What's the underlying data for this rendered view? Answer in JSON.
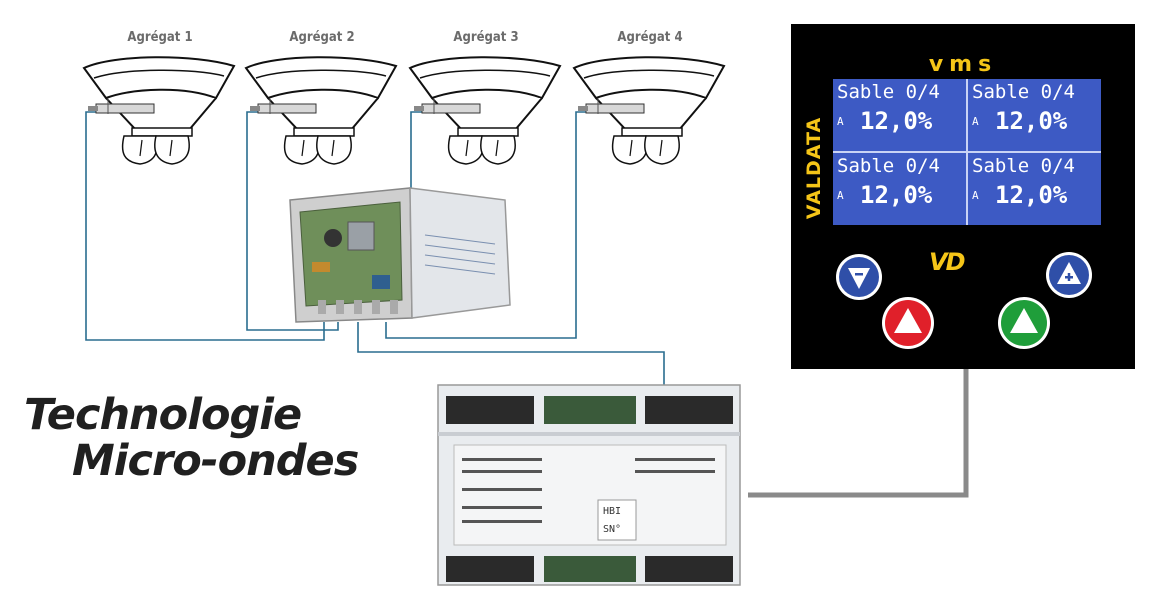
{
  "hoppers": [
    {
      "label": "Agrégat 1"
    },
    {
      "label": "Agrégat 2"
    },
    {
      "label": "Agrégat 3"
    },
    {
      "label": "Agrégat 4"
    }
  ],
  "tagline": {
    "line1": "Technologie",
    "line2": "Micro-ondes"
  },
  "vms_device": {
    "logo": "vms",
    "brand": "VALDATA",
    "vd_logo": "VD",
    "screen_color": "#3d5ac4",
    "accent_color": "#f5c518",
    "channels": [
      {
        "material": "Sable 0/4",
        "channel": "A",
        "value": "12,0%"
      },
      {
        "material": "Sable 0/4",
        "channel": "A",
        "value": "12,0%"
      },
      {
        "material": "Sable 0/4",
        "channel": "A",
        "value": "12,0%"
      },
      {
        "material": "Sable 0/4",
        "channel": "A",
        "value": "12,0%"
      }
    ],
    "buttons": [
      {
        "name": "minus",
        "symbol": "-",
        "color": "#2f4fa8"
      },
      {
        "name": "plus",
        "symbol": "+",
        "color": "#2f4fa8"
      },
      {
        "name": "up-red",
        "symbol": "▲",
        "color": "#e0202a"
      },
      {
        "name": "up-green",
        "symbol": "▲",
        "color": "#1f9e3a"
      }
    ]
  },
  "controller": {
    "hbi": "HBI",
    "sn": "SN°"
  },
  "colors": {
    "wire": "#2a6d8f",
    "cable": "#8a8a8a"
  }
}
